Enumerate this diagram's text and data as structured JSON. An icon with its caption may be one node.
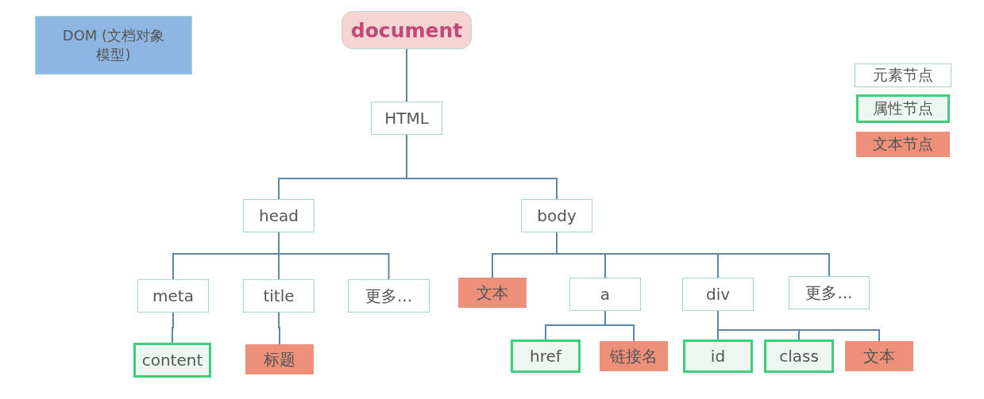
{
  "diagram": {
    "nodes": [
      {
        "text": [
          "DOM (文档对象模型)"
        ]
      },
      {
        "text": [
          "document"
        ]
      },
      {
        "text": [
          "HTML"
        ]
      },
      {
        "text": [
          "head"
        ]
      },
      {
        "text": [
          "body"
        ]
      },
      {
        "text": [
          "meta"
        ]
      },
      {
        "text": [
          "title"
        ]
      },
      {
        "text": [
          "更多..."
        ]
      },
      {
        "text": [
          "文本"
        ]
      },
      {
        "text": [
          "a"
        ]
      },
      {
        "text": [
          "div"
        ]
      },
      {
        "text": [
          "更多..."
        ]
      },
      {
        "text": [
          "content"
        ]
      },
      {
        "text": [
          "标题"
        ]
      },
      {
        "text": [
          "href"
        ]
      },
      {
        "text": [
          "链接名"
        ]
      },
      {
        "text": [
          "id"
        ]
      },
      {
        "text": [
          "class"
        ]
      },
      {
        "text": [
          "文本"
        ]
      }
    ],
    "edges": [
      {
        "from": 1,
        "to": 2,
        "arrow": "none"
      },
      {
        "from": 2,
        "to": 3,
        "arrow": "none"
      },
      {
        "from": 2,
        "to": 4,
        "arrow": "none"
      },
      {
        "from": 3,
        "to": 5,
        "arrow": "none"
      },
      {
        "from": 3,
        "to": 6,
        "arrow": "none"
      },
      {
        "from": 3,
        "to": 7,
        "arrow": "none"
      },
      {
        "from": 4,
        "to": 8,
        "arrow": "none"
      },
      {
        "from": 4,
        "to": 9,
        "arrow": "none"
      },
      {
        "from": 4,
        "to": 10,
        "arrow": "none"
      },
      {
        "from": 4,
        "to": 11,
        "arrow": "none"
      },
      {
        "from": 5,
        "to": 12,
        "arrow": "none"
      },
      {
        "from": 6,
        "to": 13,
        "arrow": "none"
      },
      {
        "from": 9,
        "to": 14,
        "arrow": "none"
      },
      {
        "from": 9,
        "to": 15,
        "arrow": "none"
      },
      {
        "from": 10,
        "to": 16,
        "arrow": "none"
      },
      {
        "from": 10,
        "to": 17,
        "arrow": "none"
      },
      {
        "from": 10,
        "to": 18,
        "arrow": "none"
      }
    ],
    "legend": [
      {
        "text": "元素节点",
        "color": "#ffffff"
      },
      {
        "text": "属性节点",
        "color": "#eef6f1"
      },
      {
        "text": "文本节点",
        "color": "#ec907a"
      }
    ]
  }
}
